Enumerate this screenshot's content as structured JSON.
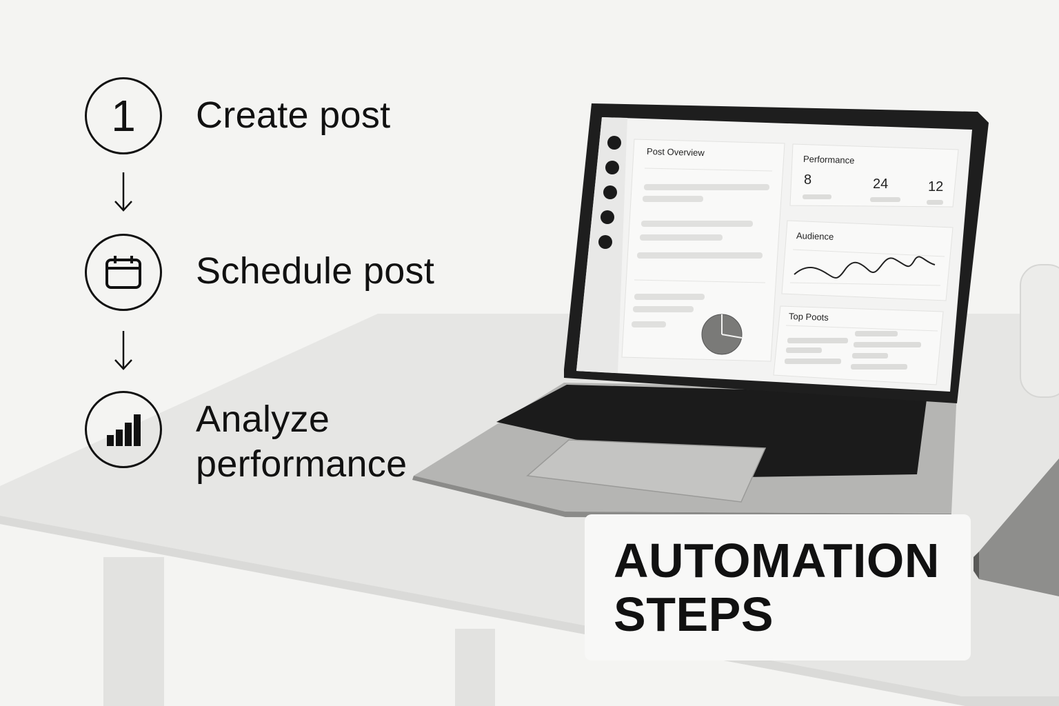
{
  "steps": [
    {
      "number": "1",
      "label": "Create post",
      "icon": "number-one-icon"
    },
    {
      "label": "Schedule post",
      "icon": "calendar-icon"
    },
    {
      "label_line1": "Analyze",
      "label_line2": "performance",
      "icon": "bar-chart-icon"
    }
  ],
  "badge": {
    "line1": "AUTOMATION",
    "line2": "STEPS"
  },
  "dashboard": {
    "post_overview_title": "Post Overview",
    "performance_title": "Performance",
    "performance_values": [
      "8",
      "24",
      "12"
    ],
    "audience_title": "Audience",
    "top_posts_title": "Top Poots"
  }
}
